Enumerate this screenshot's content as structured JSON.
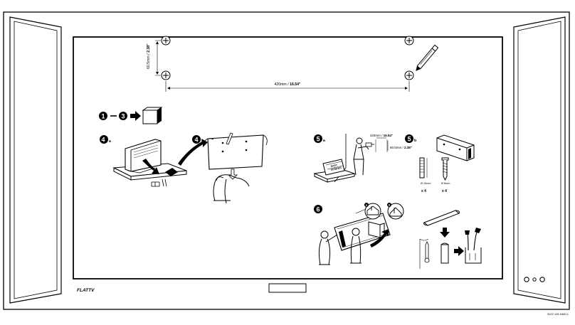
{
  "top": {
    "vertical_dim_mm": "60.5mm / ",
    "vertical_dim_in": "2.38\"",
    "horizontal_dim_mm": "420mm / ",
    "horizontal_dim_in": "16.54\""
  },
  "steps": {
    "s1": "1",
    "s3": "3",
    "s4a": "4",
    "s4a_sub": "a",
    "s4b": "4",
    "s4b_sub": "b",
    "s5a": "5",
    "s5a_sub": "a",
    "s5b": "5",
    "s5b_sub": "b",
    "s6": "6",
    "s6a_sub": "a",
    "s6b_sub": "b"
  },
  "step5a": {
    "dim_h_mm": "420mm / ",
    "dim_h_in": "16.54\"",
    "dim_v_mm": "60.5mm / ",
    "dim_v_in": "2.38\""
  },
  "step5b": {
    "plug_size": "Ø 10mm",
    "screw_size": "Ø 8mm",
    "plug_qty": "x 4",
    "screw_qty": "x 4"
  },
  "step4a": {
    "tray_label_1": "EASY",
    "tray_label_2": "SCREWS"
  },
  "bottom": {
    "brand": "FLATTV",
    "doc_code": "3122 126 0460.1"
  }
}
